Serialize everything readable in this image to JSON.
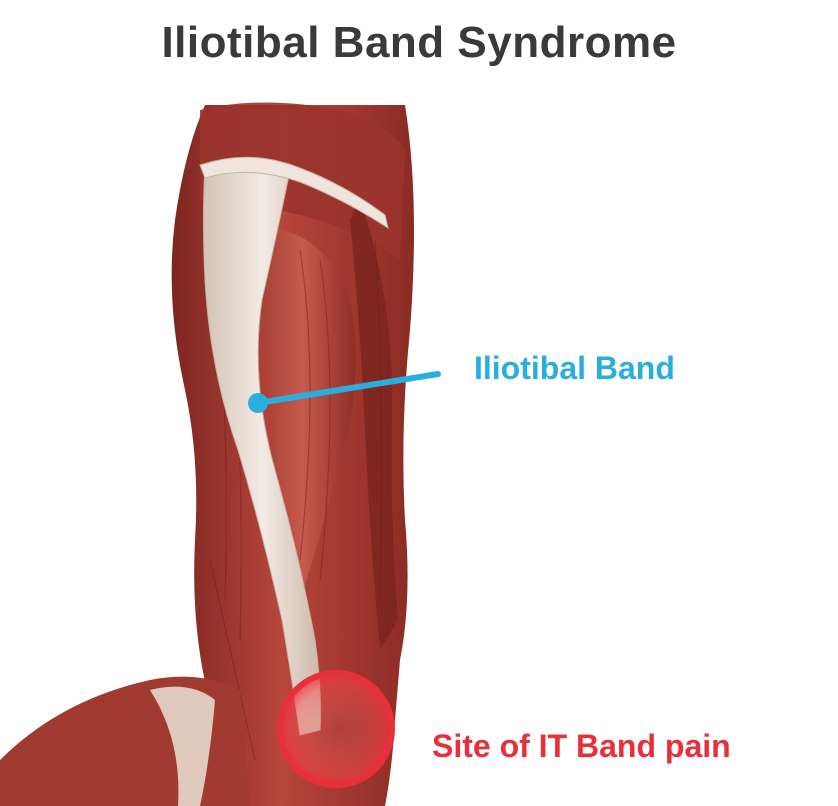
{
  "diagram": {
    "title": "Iliotibal Band Syndrome",
    "labels": {
      "iliotibial_band": "Iliotibal Band",
      "pain_site": "Site of IT Band pain"
    },
    "colors": {
      "title": "#3a3a3a",
      "callout": "#29aede",
      "pain": "#e8303a",
      "muscle": "#a8362f",
      "tendon": "#e9ddd3"
    }
  }
}
